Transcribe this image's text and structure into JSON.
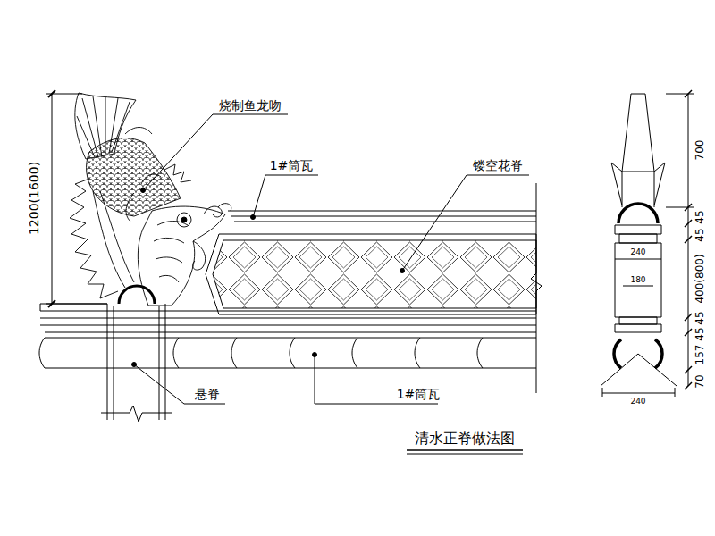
{
  "diagram": {
    "title": "清水正脊做法图",
    "labels": [
      "烧制鱼龙吻",
      "1#筒瓦",
      "镂空花脊",
      "悬脊",
      "1#筒瓦",
      "1200(1600)",
      "700",
      "45",
      "45",
      "240",
      "180",
      "400(800)",
      "45",
      "45",
      "157",
      "70",
      "240"
    ]
  }
}
